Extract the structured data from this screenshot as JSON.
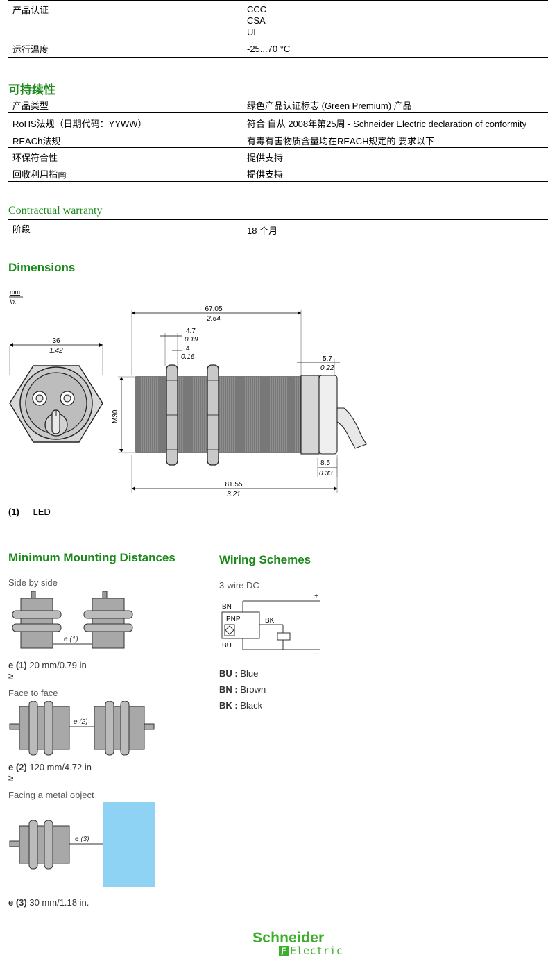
{
  "certification": {
    "rows": [
      {
        "key": "产品认证",
        "values": [
          "CCC",
          "CSA",
          "UL"
        ]
      },
      {
        "key": "运行温度",
        "values": [
          "-25...70 °C"
        ]
      }
    ]
  },
  "sustainability": {
    "title": "可持续性",
    "rows": [
      {
        "key": "产品类型",
        "value": "绿色产品认证标志  (Green Premium) 产品"
      },
      {
        "key": "RoHS法规（日期代码：YYWW）",
        "value": "符合  自从  2008年第25周  - Schneider Electric declaration of conformity"
      },
      {
        "key": "REACh法规",
        "value": "有毒有害物质含量均在REACH规定的        要求以下"
      },
      {
        "key": "环保符合性",
        "value": "提供支持"
      },
      {
        "key": "回收利用指南",
        "value": "提供支持"
      }
    ]
  },
  "warranty": {
    "title": "Contractual warranty",
    "rows": [
      {
        "key": "阶段",
        "value": "18 个月"
      }
    ]
  },
  "dimensions": {
    "title": "Dimensions",
    "unit_top": "mm",
    "unit_bottom": "in.",
    "labels": {
      "d36": "36",
      "d36i": "1.42",
      "d6705": "67.05",
      "d6705i": "2.64",
      "d47": "4.7",
      "d47i": "0.19",
      "d4": "4",
      "d4i": "0.16",
      "d57": "5.7",
      "d57i": "0.22",
      "m30": "M30",
      "d85": "8.5",
      "d85i": "0.33",
      "d8155": "81.55",
      "d8155i": "3.21"
    },
    "footnote_num": "(1)",
    "footnote_text": "LED"
  },
  "mounting": {
    "title": "Minimum Mounting Distances",
    "side_label": "Side by side",
    "e1": "e (1)",
    "side_note_code": "e (1)",
    "side_note_value": " 20 mm/0.79 in",
    "ge": "≥",
    "face_label": "Face to face",
    "e2": "e (2)",
    "face_note_code": "e (2)",
    "face_note_value": " 120 mm/4.72 in",
    "metal_label": "Facing a metal object",
    "e3": "e (3)",
    "metal_note_code": "e (3)",
    "metal_note_value": " 30 mm/1.18 in.",
    "metal_color": "#8fd3f4"
  },
  "wiring": {
    "title": "Wiring Schemes",
    "subtitle": "3-wire DC",
    "bn": "BN",
    "bu": "BU",
    "bk": "BK",
    "pnp": "PNP",
    "plus": "+",
    "minus": "–",
    "legend": [
      {
        "code": "BU",
        "sep": " : ",
        "text": "Blue"
      },
      {
        "code": "BN",
        "sep": " : ",
        "text": "Brown"
      },
      {
        "code": "BK",
        "sep": " : ",
        "text": "Black"
      }
    ]
  },
  "footer": {
    "brand_top": "Schneider",
    "brand_bottom": "Electric",
    "brand_color": "#3dae2b"
  }
}
